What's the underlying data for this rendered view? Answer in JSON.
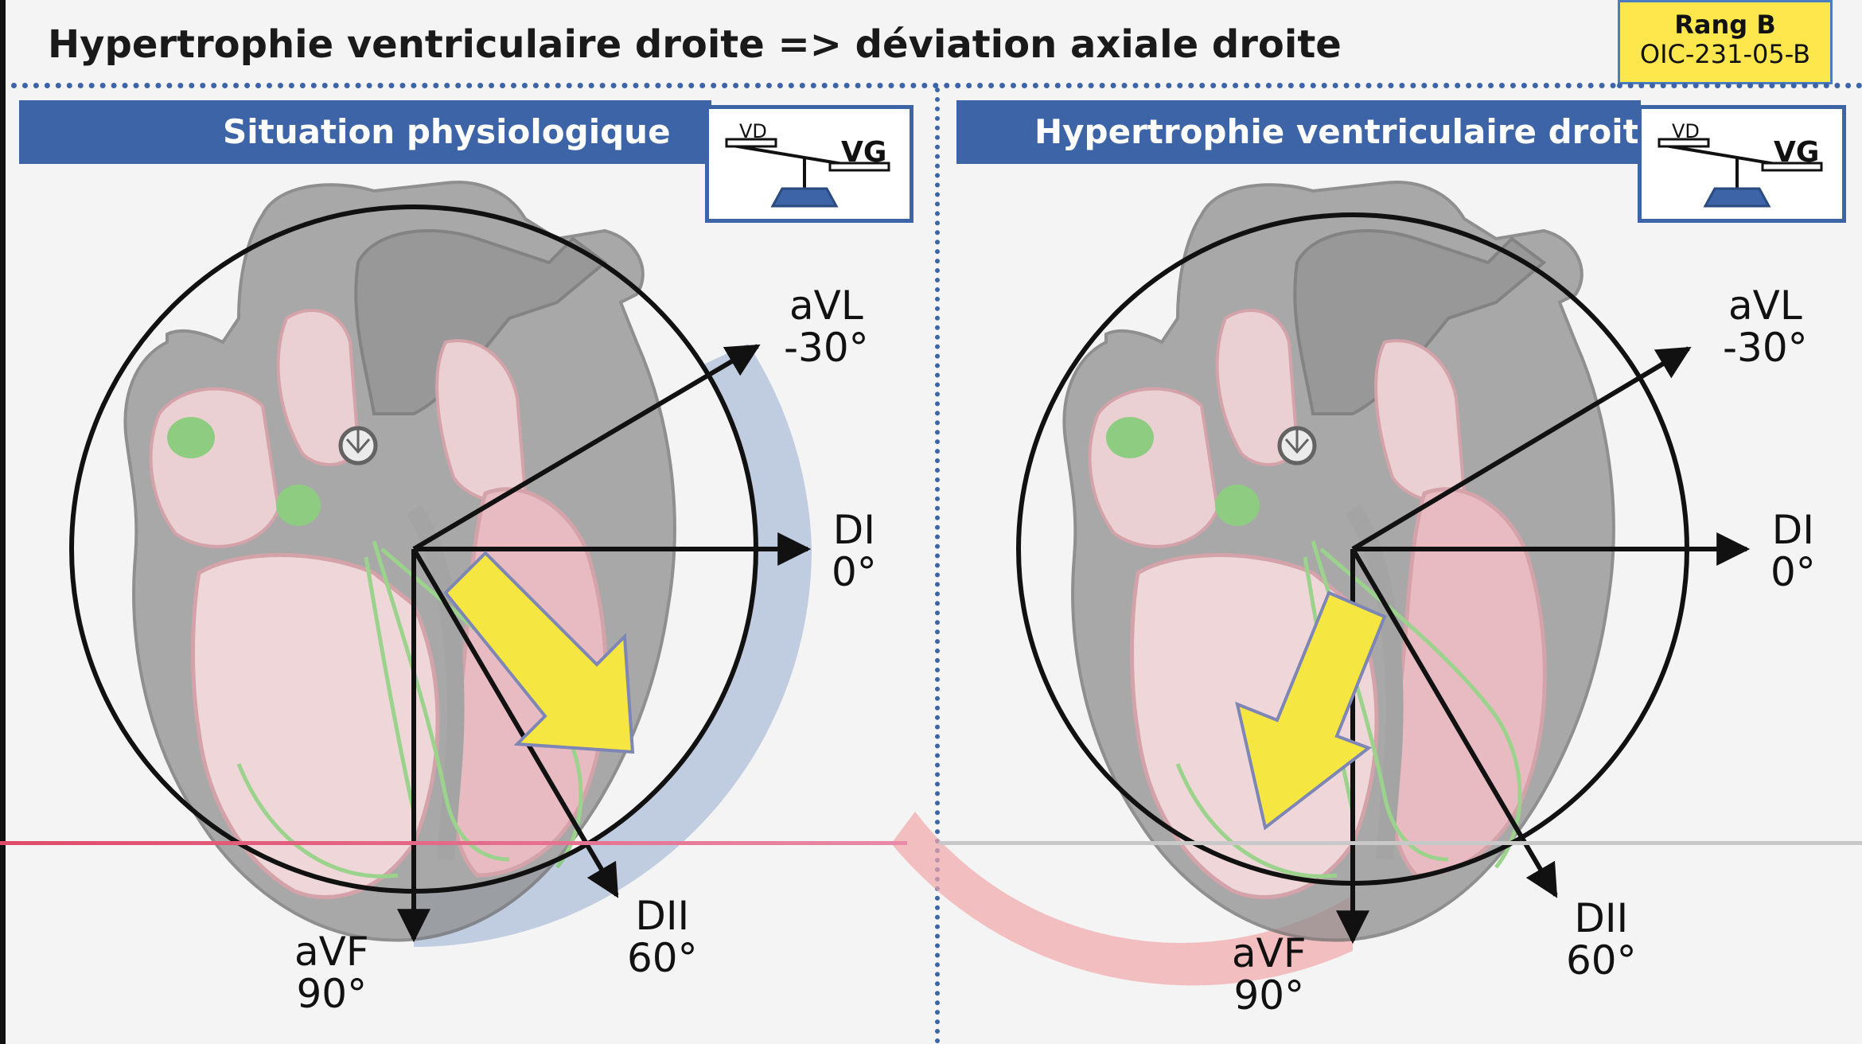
{
  "header": {
    "title": "Hypertrophie ventriculaire droite => déviation axiale droite"
  },
  "rank": {
    "line1": "Rang B",
    "line2": "OIC-231-05-B"
  },
  "panels": [
    {
      "title": "Situation physiologique",
      "scale": {
        "left": "VD",
        "right": "VG",
        "tilt": "left-up"
      },
      "leads": {
        "avl": {
          "name": "aVL",
          "angle": "-30°"
        },
        "di": {
          "name": "DI",
          "angle": "0°"
        },
        "dii": {
          "name": "DII",
          "angle": "60°"
        },
        "avf": {
          "name": "aVF",
          "angle": "90°"
        }
      },
      "axis_sector_color": "#a9bbd6",
      "main_axis_color": "#f5e642"
    },
    {
      "title": "Hypertrophie ventriculaire droite",
      "scale": {
        "left": "VD",
        "right": "VG",
        "tilt": "left-up"
      },
      "leads": {
        "avl": {
          "name": "aVL",
          "angle": "-30°"
        },
        "di": {
          "name": "DI",
          "angle": "0°"
        },
        "dii": {
          "name": "DII",
          "angle": "60°"
        },
        "avf": {
          "name": "aVF",
          "angle": "90°"
        }
      },
      "axis_sector_color": "#f2a6aa",
      "main_axis_color": "#f5e642"
    }
  ],
  "colors": {
    "accent": "#3e64a8",
    "rank_bg": "#fde74c",
    "heart_gray": "#8a8a8a",
    "heart_pink": "#e8c4c8"
  }
}
